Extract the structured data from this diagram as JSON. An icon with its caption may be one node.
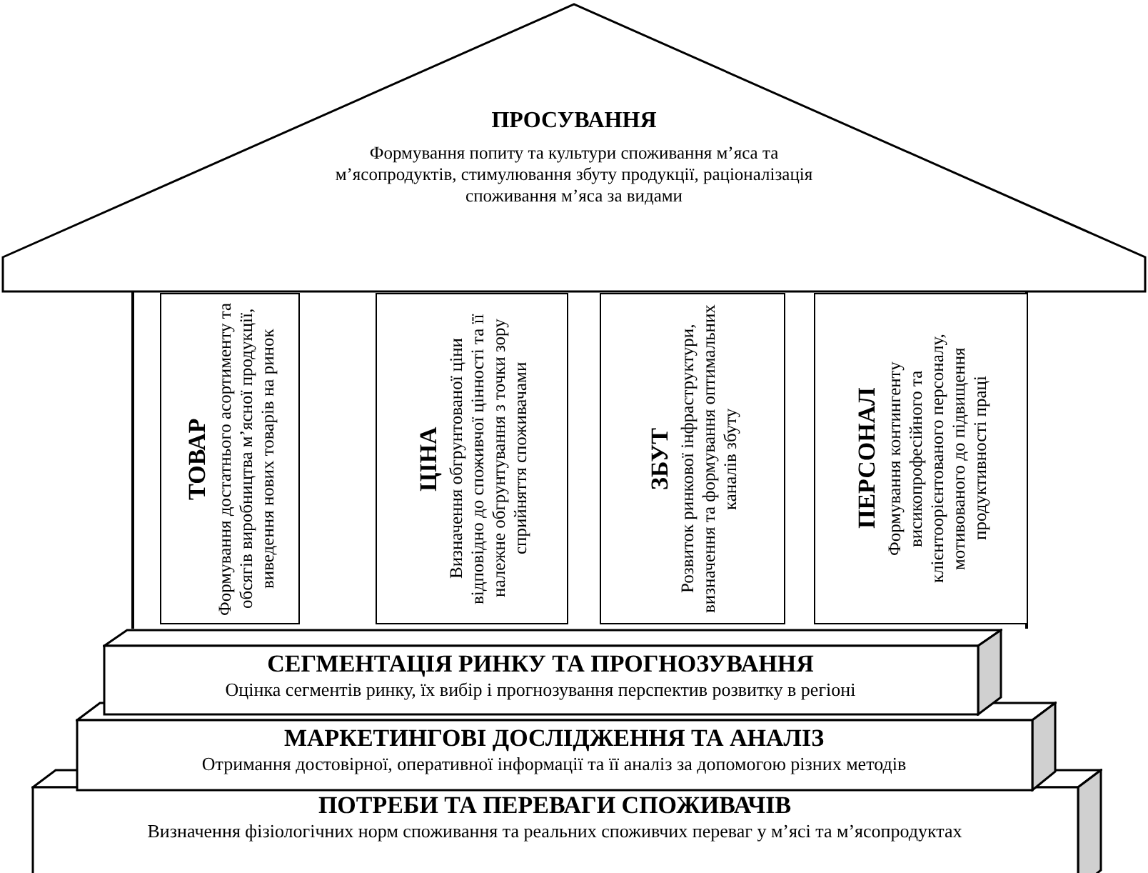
{
  "diagram": {
    "nodes": [
      {
        "text": [
          "ПРОСУВАННЯ",
          "Формування попиту та культури споживання м’яса та м’ясопродуктів, стимулювання збуту продукції, раціоналізація споживання м’яса за видами"
        ]
      },
      {
        "text": [
          "ТОВАР",
          "Формування достатнього асортименту та обсягів виробництва м’ясної продукції, виведення нових товарів на ринок"
        ]
      },
      {
        "text": [
          "ЦІНА",
          "Визначення обгрунтованої ціни відповідно до споживчої цінності та її належне обгрунтування з точки зору сприйняття споживачами"
        ]
      },
      {
        "text": [
          "ЗБУТ",
          "Розвиток ринкової інфраструктури, визначення та формування оптимальних каналів збуту"
        ]
      },
      {
        "text": [
          "ПЕРСОНАЛ",
          "Формування контингенту висикопрофесійного та клієнтоорієнтованого персоналу, мотивованого до підвищення продуктивності праці"
        ]
      },
      {
        "text": [
          "СЕГМЕНТАЦІЯ РИНКУ ТА ПРОГНОЗУВАННЯ",
          "Оцінка сегментів ринку, їх вибір і прогнозування перспектив розвитку в регіоні"
        ]
      },
      {
        "text": [
          "МАРКЕТИНГОВІ ДОСЛІДЖЕННЯ ТА АНАЛІЗ",
          "Отримання достовірної, оперативної інформації та її аналіз за допомогою різних методів"
        ]
      },
      {
        "text": [
          "ПОТРЕБИ ТА ПЕРЕВАГИ СПОЖИВАЧІВ",
          "Визначення фізіологічних норм споживання та реальних споживчих переваг у м’ясі та м’ясопродуктах"
        ]
      }
    ],
    "edges": []
  }
}
